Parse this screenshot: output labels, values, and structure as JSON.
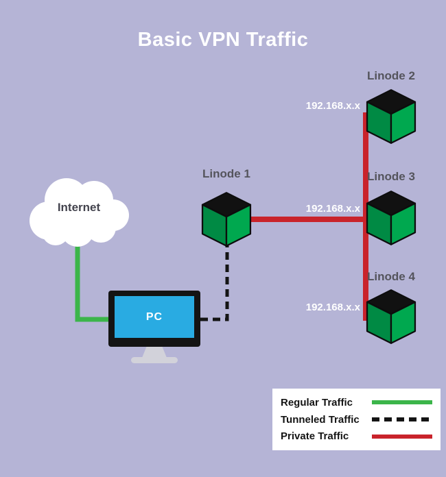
{
  "title": "Basic VPN Traffic",
  "nodes": {
    "internet": {
      "label": "Internet"
    },
    "pc": {
      "label": "PC"
    },
    "linode1": {
      "label": "Linode 1"
    },
    "linode2": {
      "label": "Linode 2"
    },
    "linode3": {
      "label": "Linode 3"
    },
    "linode4": {
      "label": "Linode 4"
    }
  },
  "ip_labels": {
    "to_linode2": "192.168.x.x",
    "to_linode3": "192.168.x.x",
    "to_linode4": "192.168.x.x"
  },
  "legend": {
    "items": [
      {
        "label": "Regular Traffic",
        "style": "regular"
      },
      {
        "label": "Tunneled Traffic",
        "style": "tunneled"
      },
      {
        "label": "Private Traffic",
        "style": "private"
      }
    ]
  },
  "colors": {
    "background": "#b5b4d6",
    "regular_traffic": "#3bb54a",
    "tunneled_traffic": "#141414",
    "private_traffic": "#c9232b",
    "pc_screen": "#29abe2",
    "cube_face_light": "#00a84f",
    "cube_face_dark": "#008a44",
    "cube_top": "#111111",
    "title_text": "#ffffff",
    "node_label_text": "#54545c"
  }
}
